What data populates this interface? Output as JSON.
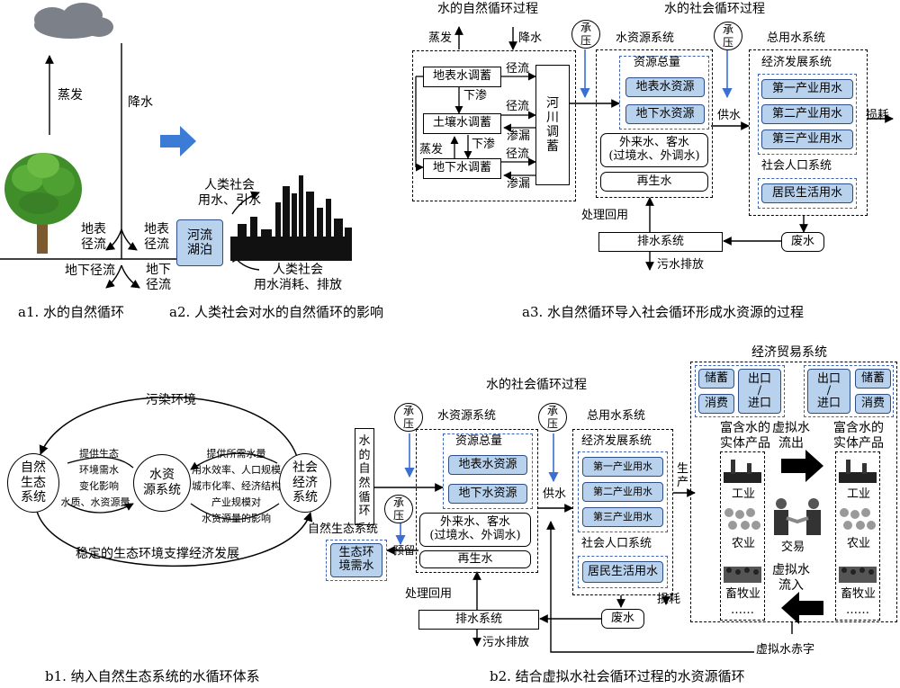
{
  "a1": {
    "evaporation": "蒸发",
    "precipitation": "降水",
    "surface_runoff_l": "地表\n径流",
    "surface_runoff_r": "地表\n径流",
    "groundwater_runoff_l": "地下径流",
    "groundwater_runoff_r": "地下\n径流",
    "caption": "a1. 水的自然循环"
  },
  "a2": {
    "river_lake": "河流\n湖泊",
    "use": "人类社会\n用水、引水",
    "consume": "人类社会\n用水消耗、排放",
    "caption": "a2. 人类社会对水的自然循环的影响"
  },
  "a3": {
    "natural_title": "水的自然循环过程",
    "social_title": "水的社会循环过程",
    "evaporation": "蒸发",
    "precipitation": "降水",
    "surface_store": "地表水调蓄",
    "soil_store": "土壤水调蓄",
    "ground_store": "地下水调蓄",
    "runoff1": "径流",
    "infiltration1": "下渗",
    "runoff2": "径流",
    "seepage1": "渗漏",
    "evap2": "蒸发",
    "infiltration2": "下渗",
    "runoff3": "径流",
    "seepage2": "渗漏",
    "river_store": "河\n川\n调\n蓄",
    "carry1": "承\n压",
    "carry2": "承\n压",
    "resource_system": "水资源系统",
    "total_resource": "资源总量",
    "surface_resource": "地表水资源",
    "ground_resource": "地下水资源",
    "external_water": "外来水、客水\n(过境水、外调水)",
    "recycled": "再生水",
    "supply": "供水",
    "total_use_system": "总用水系统",
    "econ_system": "经济发展系统",
    "ind1": "第一产业用水",
    "ind2": "第二产业用水",
    "ind3": "第三产业用水",
    "loss": "损耗",
    "social_pop": "社会人口系统",
    "resident": "居民生活用水",
    "reuse": "处理回用",
    "drainage": "排水系统",
    "wastewater": "废水",
    "sewage_out": "污水排放",
    "caption": "a3. 水自然循环导入社会循环形成水资源的过程"
  },
  "b1": {
    "pollution": "污染环境",
    "natural_eco": "自然\n生态\n系统",
    "water_system": "水资\n源系统",
    "social_econ": "社会\n经济\n系统",
    "left_text": [
      "提供生态",
      "环境需水",
      "变化影响",
      "水质、水资源量"
    ],
    "right_text": [
      "提供所需水量",
      "用水效率、人口规模",
      "城市化率、经济结构",
      "产业规模对",
      "水资源量的影响"
    ],
    "stable": "稳定的生态环境支撑经济发展",
    "caption": "b1. 纳入自然生态系统的水循环体系"
  },
  "b2": {
    "social_title": "水的社会循环过程",
    "natural_vertical": "水\n的\n自\n然\n循\n环",
    "carry1": "承\n压",
    "carry2": "承\n压",
    "carry3": "承\n压",
    "resource_system": "水资源系统",
    "total_resource": "资源总量",
    "surface_resource": "地表水资源",
    "ground_resource": "地下水资源",
    "external_water": "外来水、客水\n(过境水、外调水)",
    "recycled": "再生水",
    "reserve": "预留",
    "natural_eco": "自然生态系统",
    "eco_demand": "生态环\n境需水",
    "supply": "供水",
    "total_use_system": "总用水系统",
    "econ_system": "经济发展系统",
    "ind1": "第一产业用水",
    "ind2": "第二产业用水",
    "ind3": "第三产业用水",
    "social_pop": "社会人口系统",
    "resident": "居民生活用水",
    "produce": "生\n产",
    "loss": "损耗",
    "wastewater": "废水",
    "reuse": "处理回用",
    "drainage": "排水系统",
    "sewage_out": "污水排放",
    "econ_trade": "经济贸易系统",
    "store": "储蓄",
    "consume": "消费",
    "export_import": "出口\n/\n进口",
    "import_export": "出口\n/\n进口",
    "rich_l": "富含水的\n实体产品",
    "rich_r": "富含水的\n实体产品",
    "vw_out": "虚拟水\n流出",
    "vw_in": "虚拟水\n流入",
    "trade": "交易",
    "industry": "工业",
    "agri": "农业",
    "livestock": "畜牧业",
    "dots": "……",
    "vw_deficit": "虚拟水赤字",
    "caption": "b2. 结合虚拟水社会循环过程的水资源循环"
  }
}
